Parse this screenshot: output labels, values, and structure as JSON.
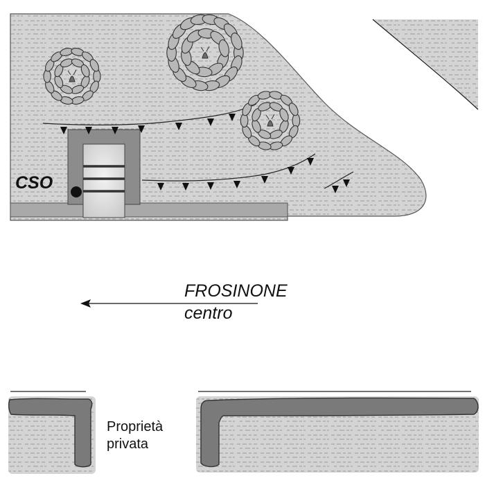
{
  "labels": {
    "overflow": "CSO",
    "destination_line1": "FROSINONE",
    "destination_line2": "centro",
    "property_line1": "Proprietà",
    "property_line2": "privata"
  },
  "map": {
    "direction_arrow": "left",
    "colors": {
      "ground": "#d4d4d4",
      "ground_texture": "#9a9a9a",
      "wall": "#8c8c8c",
      "tree_leaf": "#b8b8b8",
      "tree_trunk": "#6a6a6a",
      "outline": "#333333"
    },
    "icons": [
      "tree-icon",
      "overflow-point-icon",
      "arrow-left-icon"
    ]
  }
}
